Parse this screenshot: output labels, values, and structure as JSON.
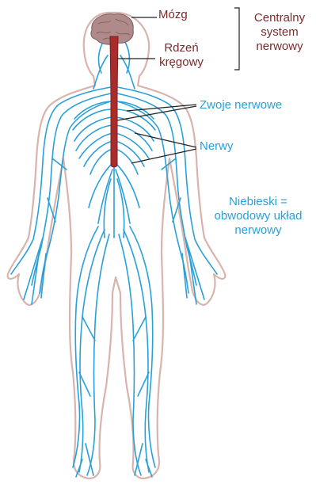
{
  "labels": {
    "brain": "Mózg",
    "spinal_cord": [
      "Rdzeń",
      "kręgowy"
    ],
    "cns": [
      "Centralny",
      "system",
      "nerwowy"
    ],
    "ganglia": "Zwoje nerwowe",
    "nerves": "Nerwy",
    "legend": [
      "Niebieski =",
      "obwodowy układ",
      "nerwowy"
    ]
  },
  "colors": {
    "nerve_blue": "#2aa0d8",
    "label_blue": "#2aa0d8",
    "label_red": "#7a2b2b",
    "spinal_cord": "#a82c2c",
    "brain": "#b08a8a",
    "body_outline": "#d8b4ad",
    "leader_line": "#222222"
  }
}
